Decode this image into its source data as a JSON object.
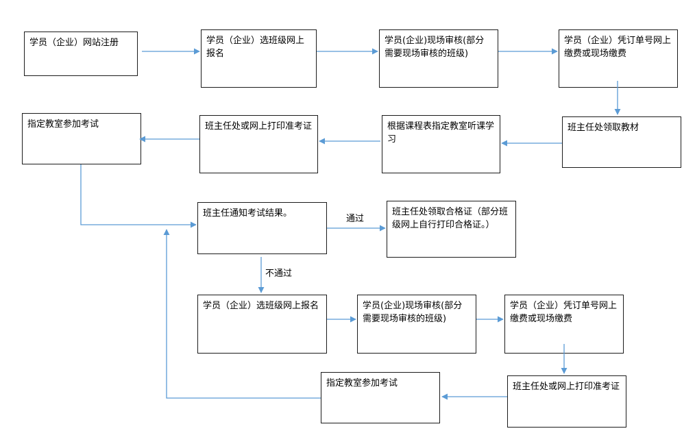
{
  "colors": {
    "arrow": "#5b9bd5",
    "border": "#1a1a1a",
    "text": "#000000"
  },
  "nodes": {
    "register": "学员（企业）网站注册",
    "enroll": "学员（企业）选班级网上报名",
    "onsite_review": "学员(企业)现场审核(部分需要现场审核的班级)",
    "payment": "学员（企业）凭订单号网上缴费或现场缴费",
    "get_materials": "班主任处领取教材",
    "attend_class": "根据课程表指定教室听课学习",
    "print_ticket": "班主任处或网上打印准考证",
    "take_exam": "指定教室参加考试",
    "notify_result": "班主任通知考试结果。",
    "get_certificate": "班主任处领取合格证（部分班级网上自行打印合格证。）",
    "re_enroll": "学员（企业）选班级网上报名",
    "re_onsite_review": "学员(企业)现场审核(部分需要现场审核的班级)",
    "re_payment": "学员（企业）凭订单号网上缴费或现场缴费",
    "re_print_ticket": "班主任处或网上打印准考证",
    "re_take_exam": "指定教室参加考试"
  },
  "edge_labels": {
    "pass": "通过",
    "fail": "不通过"
  }
}
